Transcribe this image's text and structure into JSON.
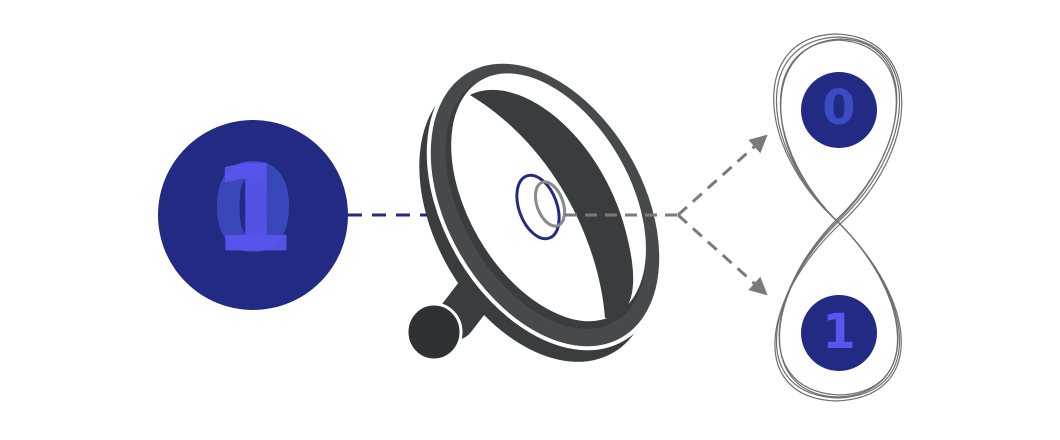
{
  "qubit": {
    "overlay_back": "0",
    "overlay_front": "1"
  },
  "outcomes": {
    "top": "0",
    "bottom": "1"
  },
  "colors": {
    "navy": "#232a84",
    "blue_front": "#5a55f0",
    "blue_back": "#3b4bc0",
    "charcoal": "#3a3d40",
    "dark_gray": "#2f3235",
    "mid_gray": "#6f6f6f",
    "line_gray": "#8a8a8a",
    "white": "#ffffff"
  },
  "icons": {
    "lens": "magnifying-glass-icon"
  }
}
